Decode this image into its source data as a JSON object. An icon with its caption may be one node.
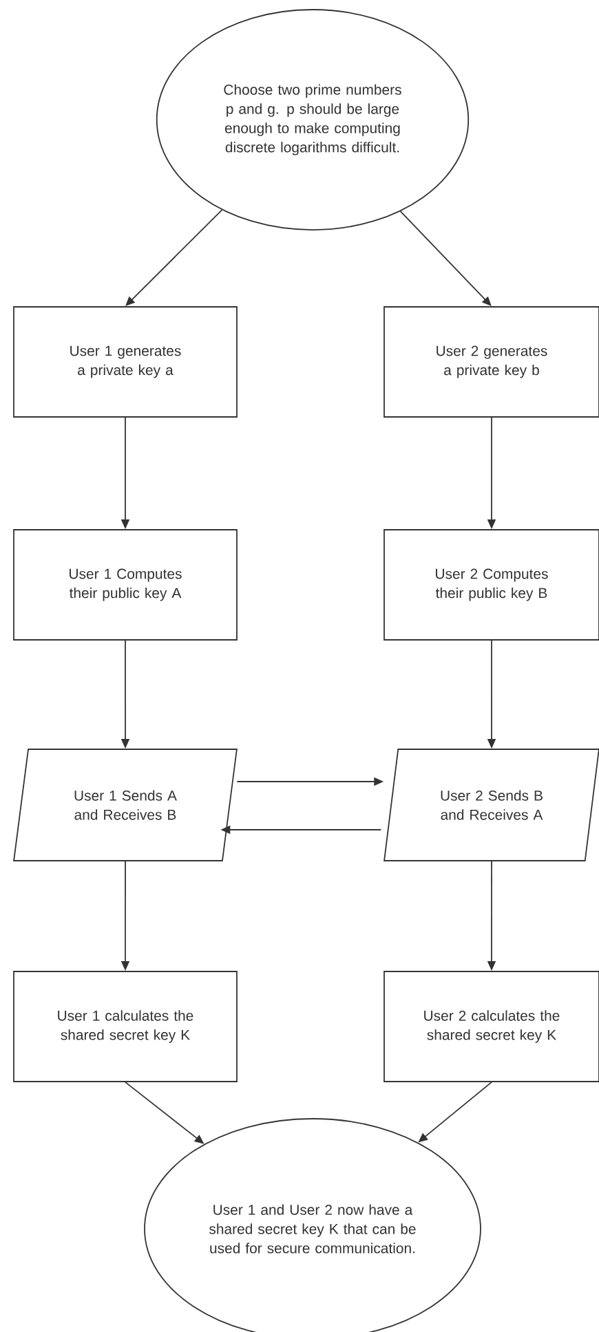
{
  "diagram": {
    "nodes": [
      {
        "text": [
          "Choose two prime numbers p and g. p should be large enough to make computing discrete logarithms difficult."
        ]
      },
      {
        "text": [
          "User 1 generates a private key a"
        ]
      },
      {
        "text": [
          "User 2 generates a private key b"
        ]
      },
      {
        "text": [
          "User 1 Computes their public key A"
        ]
      },
      {
        "text": [
          "User 2 Computes their public key B"
        ]
      },
      {
        "text": [
          "User 1 Sends A and Receives B"
        ]
      },
      {
        "text": [
          "User 2 Sends B and Receives A"
        ]
      },
      {
        "text": [
          "User 1 calculates the shared secret key K"
        ]
      },
      {
        "text": [
          "User 2 calculates the shared secret key K"
        ]
      },
      {
        "text": [
          "User 1 and User 2 now have a shared secret key K that can be used for secure communication."
        ]
      }
    ],
    "edges": [
      {
        "from": 0,
        "to": 1,
        "arrow": "to"
      },
      {
        "from": 0,
        "to": 2,
        "arrow": "to"
      },
      {
        "from": 1,
        "to": 3,
        "arrow": "to"
      },
      {
        "from": 2,
        "to": 4,
        "arrow": "to"
      },
      {
        "from": 3,
        "to": 5,
        "arrow": "to"
      },
      {
        "from": 4,
        "to": 6,
        "arrow": "to"
      },
      {
        "from": 5,
        "to": 6,
        "arrow": "to"
      },
      {
        "from": 6,
        "to": 5,
        "arrow": "to"
      },
      {
        "from": 5,
        "to": 7,
        "arrow": "to"
      },
      {
        "from": 6,
        "to": 8,
        "arrow": "to"
      },
      {
        "from": 7,
        "to": 9,
        "arrow": "to"
      },
      {
        "from": 8,
        "to": 9,
        "arrow": "to"
      }
    ]
  }
}
